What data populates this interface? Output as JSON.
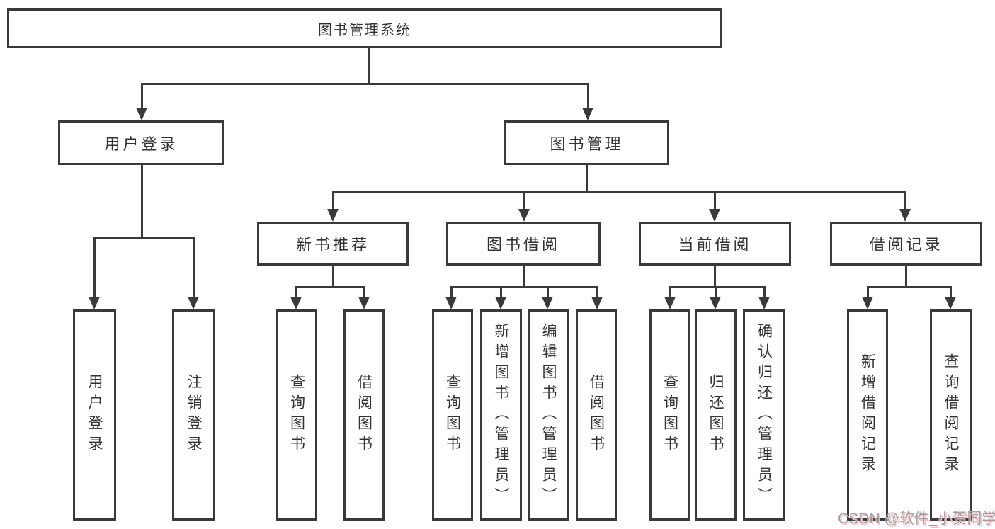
{
  "colors": {
    "line": "#3a3a3a",
    "text": "#333333",
    "background": "#ffffff",
    "watermark": "#a0a0a0",
    "watermark_shadow": "#f5c1c6"
  },
  "tree": {
    "root": {
      "label": "图书管理系统"
    },
    "branches": [
      {
        "label": "用户登录",
        "children": [
          {
            "label": "用户登录"
          },
          {
            "label": "注销登录"
          }
        ]
      },
      {
        "label": "图书管理",
        "children": [
          {
            "label": "新书推荐",
            "children": [
              {
                "label": "查询图书"
              },
              {
                "label": "借阅图书"
              }
            ]
          },
          {
            "label": "图书借阅",
            "children": [
              {
                "label": "查询图书"
              },
              {
                "label": "新增图书（管理员）"
              },
              {
                "label": "编辑图书（管理员）"
              },
              {
                "label": "借阅图书"
              }
            ]
          },
          {
            "label": "当前借阅",
            "children": [
              {
                "label": "查询图书"
              },
              {
                "label": "归还图书"
              },
              {
                "label": "确认归还（管理员）"
              }
            ]
          },
          {
            "label": "借阅记录",
            "children": [
              {
                "label": "新增借阅记录"
              },
              {
                "label": "查询借阅记录"
              }
            ]
          }
        ]
      }
    ]
  },
  "watermark": {
    "text": "CSDN @软件_小贺同学"
  }
}
